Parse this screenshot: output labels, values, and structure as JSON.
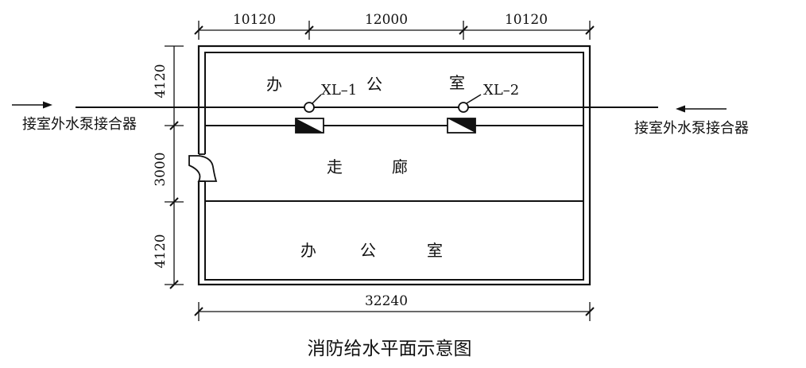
{
  "dimensions": {
    "top": [
      "10120",
      "12000",
      "10120"
    ],
    "left": [
      "4120",
      "3000",
      "4120"
    ],
    "bottom_total": "32240"
  },
  "rooms": {
    "upper_office": [
      "办",
      "公",
      "室"
    ],
    "corridor": [
      "走",
      "廊"
    ],
    "lower_office": [
      "办",
      "公",
      "室"
    ]
  },
  "hydrants": {
    "left": "XL–1",
    "right": "XL–2"
  },
  "connectors": {
    "left": "接室外水泵接合器",
    "right": "接室外水泵接合器"
  },
  "caption": "消防给水平面示意图"
}
